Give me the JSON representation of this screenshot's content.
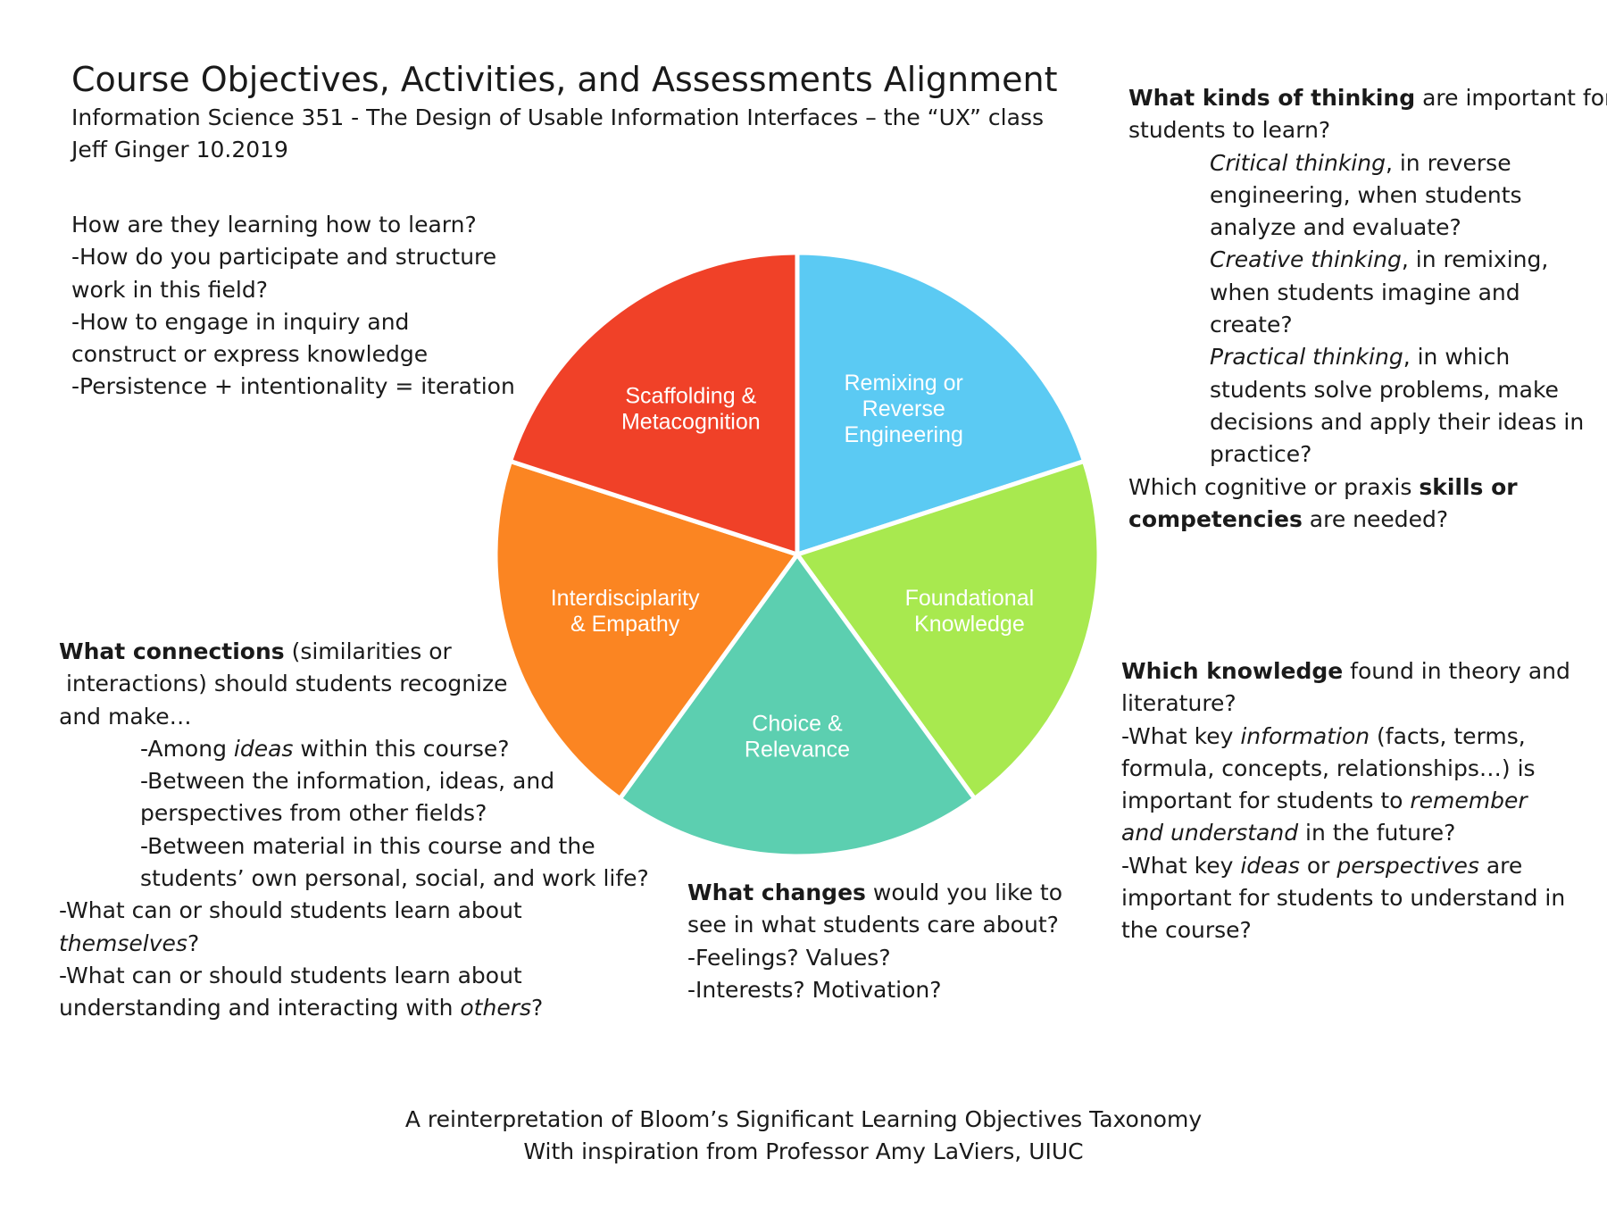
{
  "header": {
    "title": "Course Objectives, Activities, and Assessments Alignment",
    "subtitle_line1": "Information Science 351 - The Design of Usable Information Interfaces – the “UX” class",
    "subtitle_line2": "Jeff Ginger 10.2019"
  },
  "wheel": {
    "segments": [
      {
        "label_lines": [
          "Remixing or",
          "Reverse",
          "Engineering"
        ],
        "color": "#5bcaf3"
      },
      {
        "label_lines": [
          "Foundational",
          "Knowledge"
        ],
        "color": "#a8e94f"
      },
      {
        "label_lines": [
          "Choice &",
          "Relevance"
        ],
        "color": "#5ccfb0"
      },
      {
        "label_lines": [
          "Interdisciplarity",
          "& Empathy"
        ],
        "color": "#fb8522"
      },
      {
        "label_lines": [
          "Scaffolding &",
          "Metacognition"
        ],
        "color": "#f04128"
      }
    ]
  },
  "learning_block": {
    "heading": "How are they learning how to learn?",
    "lines": [
      "-How do you participate and structure",
      "work in this field?",
      "-How to engage in inquiry and",
      "construct or express knowledge",
      "-Persistence + intentionality = iteration"
    ]
  },
  "thinking_block": {
    "q1_bold": "What kinds of thinking",
    "q1_rest": " are important for",
    "q1_line2": "students to learn?",
    "critical_em": "Critical thinking",
    "critical_rest": ", in reverse",
    "critical_l2": "engineering, when students",
    "critical_l3": "analyze and evaluate?",
    "creative_em": "Creative thinking",
    "creative_rest": ", in remixing,",
    "creative_l2": "when students imagine and",
    "creative_l3": "create?",
    "practical_em": "Practical thinking",
    "practical_rest": ", in which",
    "practical_l2": "students solve problems, make",
    "practical_l3": "decisions and apply their ideas in",
    "practical_l4": "practice?",
    "q2_start": "Which cognitive or praxis ",
    "q2_bold": "skills or",
    "q2_bold2": "competencies",
    "q2_end": " are needed?"
  },
  "connections_block": {
    "q_bold": "What connections",
    "q_rest": " (similarities or",
    "q_l2": " interactions) should students recognize",
    "q_l3": "and make…",
    "a1_start": "-Among ",
    "a1_em": "ideas",
    "a1_end": " within this course?",
    "a2_l1": "-Between the information, ideas, and",
    "a2_l2": "perspectives from other fields?",
    "a3_l1": "-Between material in this course and the",
    "a3_l2": "students’ own personal, social, and work life?",
    "b1_l1": "-What can or should students learn about",
    "b1_em": "themselves",
    "b1_end": "?",
    "b2_l1": "-What can or should students learn about",
    "b2_start": "understanding and interacting with ",
    "b2_em": "others",
    "b2_end": "?"
  },
  "changes_block": {
    "q_bold": "What changes",
    "q_rest": " would you like to",
    "l2": "see in what students care about?",
    "l3": "-Feelings? Values?",
    "l4": "-Interests? Motivation?"
  },
  "knowledge_block": {
    "q_bold": "Which knowledge",
    "q_rest": " found in theory and",
    "q_l2": "literature?",
    "k1_start": "-What key ",
    "k1_em": "information",
    "k1_end": " (facts, terms,",
    "k1_l2": "formula, concepts, relationships…) is",
    "k1_l3_start": "important for students to ",
    "k1_l3_em": "remember",
    "k1_l4_em": "and understand",
    "k1_l4_end": " in the future?",
    "k2_start": "-What key ",
    "k2_em1": "ideas",
    "k2_mid": " or ",
    "k2_em2": "perspectives",
    "k2_end": " are",
    "k2_l2": "important for students to understand in",
    "k2_l3": "the course?"
  },
  "footer": {
    "line1": "A reinterpretation of Bloom’s Significant Learning Objectives Taxonomy",
    "line2": "With inspiration from Professor Amy LaViers, UIUC"
  }
}
